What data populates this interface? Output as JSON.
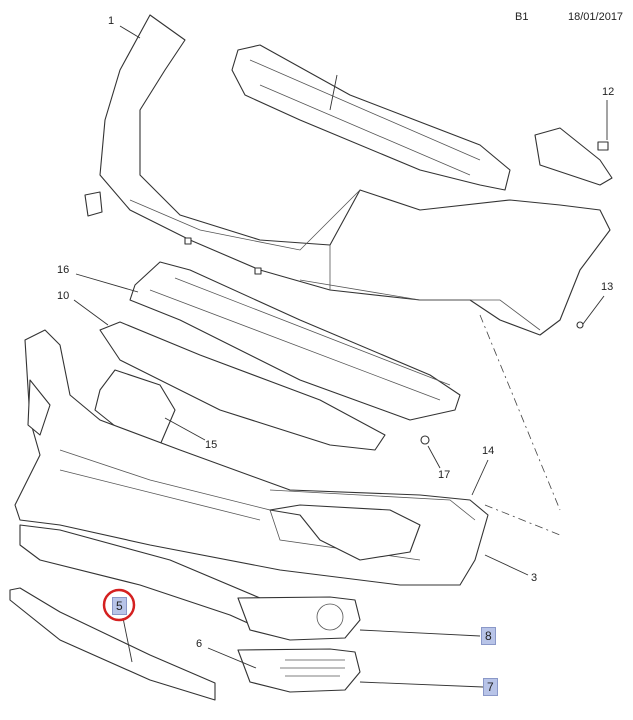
{
  "header": {
    "page_code": "B1",
    "date": "18/01/2017"
  },
  "callouts": {
    "c1": "1",
    "c3": "3",
    "c5": "5",
    "c6": "6",
    "c7": "7",
    "c8": "8",
    "c10": "10",
    "c12": "12",
    "c13": "13",
    "c14": "14",
    "c15": "15",
    "c16": "16",
    "c17": "17"
  },
  "highlight_color": "#b8c4e8",
  "selection_ring_color": "#d42020"
}
